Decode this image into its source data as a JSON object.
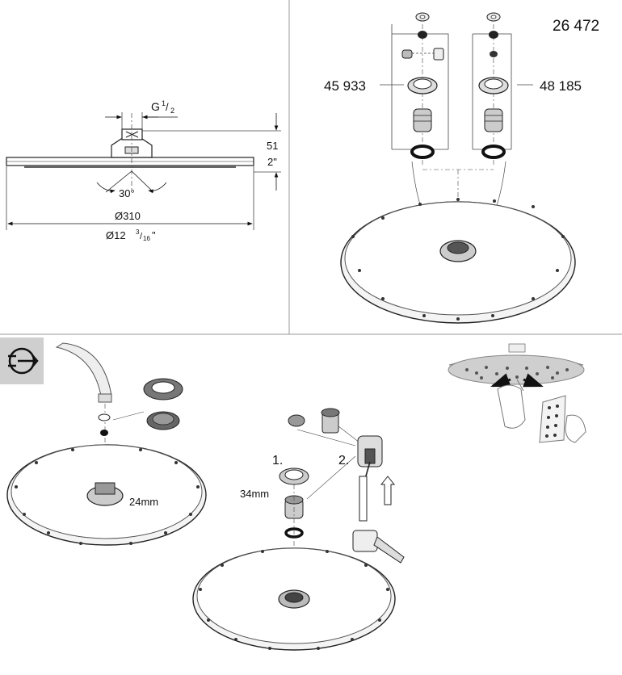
{
  "panel_top_left": {
    "thread_label": "G",
    "thread_frac_num": "1",
    "thread_frac_den": "2",
    "height_mm": "51",
    "height_in": "2\"",
    "angle": "30°",
    "diameter_mm": "Ø310",
    "diameter_in_prefix": "Ø12",
    "diameter_in_frac_num": "3",
    "diameter_in_frac_den": "16",
    "diameter_in_suffix": "\""
  },
  "panel_top_right": {
    "product_number": "26 472",
    "left_variant": "45 933",
    "right_variant": "48 185"
  },
  "panel_bottom_left": {
    "icon": "maintenance-icon",
    "wrench_size": "24mm"
  },
  "panel_bottom_middle": {
    "step1": "1.",
    "step2": "2.",
    "wrench_size": "34mm"
  },
  "panel_bottom_right": {
    "icon": "cleaning-nozzles-illustration"
  }
}
